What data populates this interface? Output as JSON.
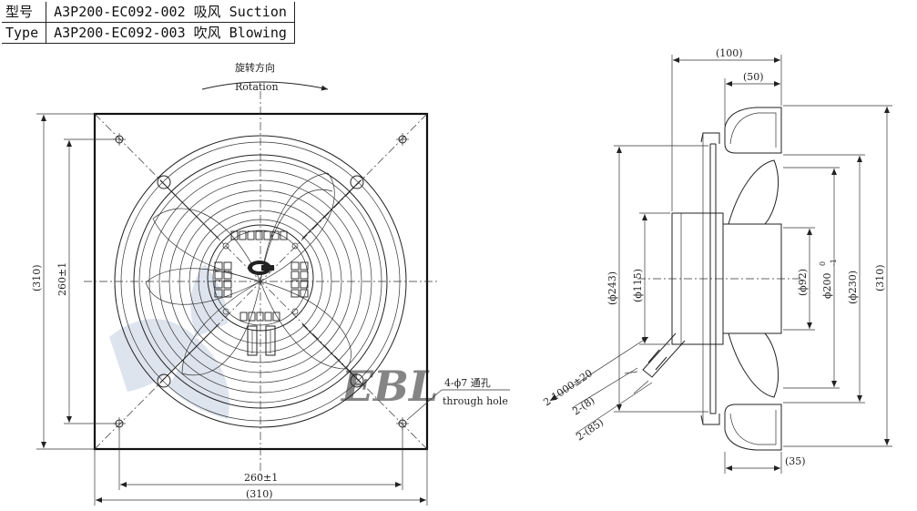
{
  "spec_table": {
    "rows": [
      {
        "label": "型号",
        "model": "A3P200-EC092-002",
        "mode": "吸风 Suction"
      },
      {
        "label": "Type",
        "model": "A3P200-EC092-003",
        "mode": "吹风 Blowing"
      }
    ]
  },
  "front_view": {
    "rotation_cn": "旋转方向",
    "rotation_en": "Rotation",
    "dim_height_outer": "(310)",
    "dim_height_hole": "260±1",
    "dim_width_hole": "260±1",
    "dim_width_outer": "(310)",
    "hole_note_cn": "4-ϕ7 通孔",
    "hole_note_en": "through hole",
    "watermark": "EBL"
  },
  "side_view": {
    "dim_depth": "(100)",
    "dim_motor": "(50)",
    "dim_bottom": "(35)",
    "dia_243": "(ϕ243)",
    "dia_115": "(ϕ115)",
    "dia_92": "(ϕ92)",
    "dia_200": "ϕ200",
    "dia_200_tol_top": "0",
    "dia_200_tol_bottom": "-1",
    "dia_230": "(ϕ230)",
    "dim_310": "(310)",
    "cable_length": "2-1000±20",
    "cable_8": "2-(8)",
    "cable_85": "2-(85)"
  }
}
